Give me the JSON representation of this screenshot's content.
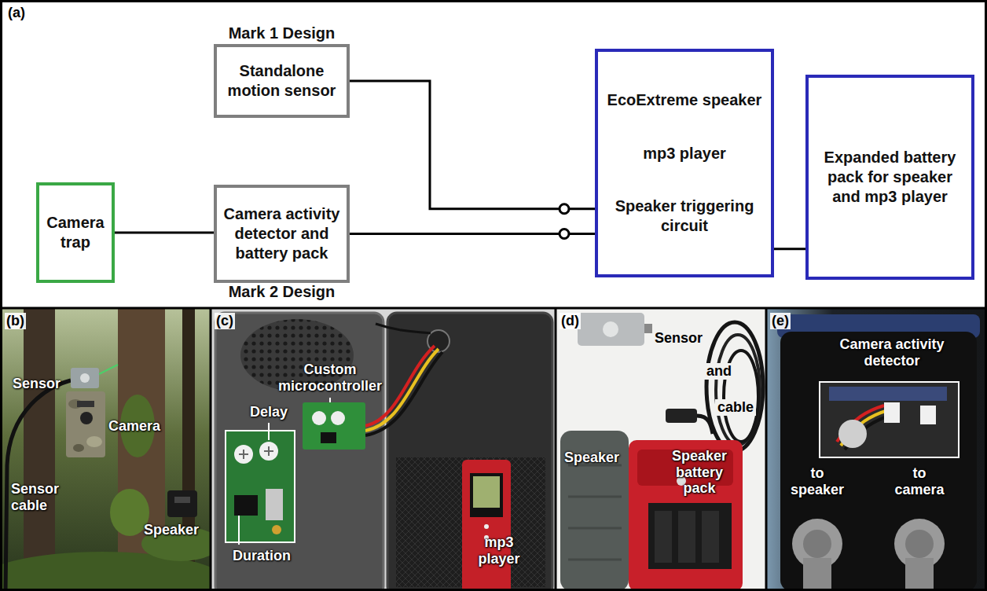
{
  "diagram": {
    "nodes": [
      {
        "text": [
          "Mark 1 Design",
          "Standalone motion sensor"
        ]
      },
      {
        "text": [
          "Camera trap"
        ]
      },
      {
        "text": [
          "Camera activity detector and battery pack",
          "Mark 2 Design"
        ]
      },
      {
        "text": [
          "EcoExtreme speaker",
          "mp3 player",
          "Speaker triggering circuit"
        ]
      },
      {
        "text": [
          "Expanded battery pack for speaker and mp3 player"
        ]
      }
    ],
    "edges": [
      {
        "from": 1,
        "to": 2,
        "arrow": "none"
      },
      {
        "from": 0,
        "to": 3,
        "arrow": "none"
      },
      {
        "from": 2,
        "to": 3,
        "arrow": "none"
      },
      {
        "from": 3,
        "to": 4,
        "arrow": "none"
      }
    ],
    "labels": [
      "(a)",
      "(b)",
      "Sensor",
      "Camera",
      "Sensor cable",
      "Speaker",
      "(c)",
      "Custom microcontroller",
      "Delay",
      "Duration",
      "mp3 player",
      "(d)",
      "Sensor",
      "and",
      "cable",
      "Speaker",
      "Speaker battery pack",
      "(e)",
      "Camera activity detector",
      "to speaker",
      "to camera"
    ]
  }
}
